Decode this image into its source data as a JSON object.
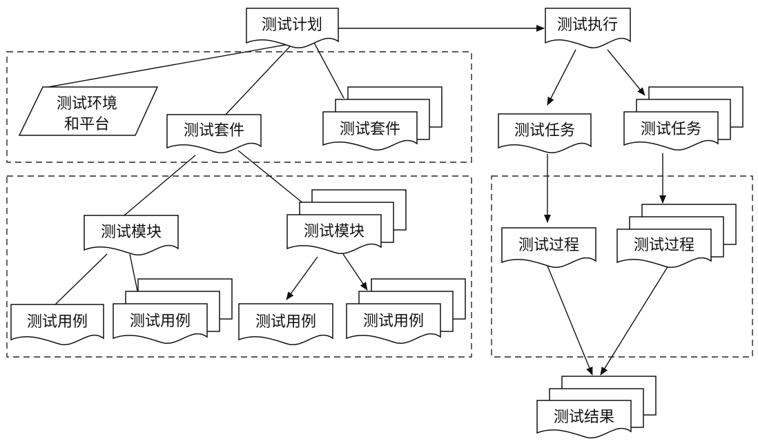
{
  "diagram": {
    "nodes": [
      {
        "id": "plan",
        "label": "测试计划",
        "shape": "document",
        "stack": 1
      },
      {
        "id": "exec",
        "label": "测试执行",
        "shape": "document",
        "stack": 1
      },
      {
        "id": "env",
        "label_lines": [
          "测试环境",
          "和平台"
        ],
        "shape": "parallelogram",
        "stack": 1
      },
      {
        "id": "suite_a",
        "label": "测试套件",
        "shape": "document",
        "stack": 1
      },
      {
        "id": "suite_b",
        "label": "测试套件",
        "shape": "document",
        "stack": 3
      },
      {
        "id": "task_a",
        "label": "测试任务",
        "shape": "document",
        "stack": 1
      },
      {
        "id": "task_b",
        "label": "测试任务",
        "shape": "document",
        "stack": 3
      },
      {
        "id": "module_a",
        "label": "测试模块",
        "shape": "document",
        "stack": 1
      },
      {
        "id": "module_b",
        "label": "测试模块",
        "shape": "document",
        "stack": 3
      },
      {
        "id": "proc_a",
        "label": "测试过程",
        "shape": "document",
        "stack": 1
      },
      {
        "id": "proc_b",
        "label": "测试过程",
        "shape": "document",
        "stack": 3
      },
      {
        "id": "case_a",
        "label": "测试用例",
        "shape": "document",
        "stack": 1
      },
      {
        "id": "case_b",
        "label": "测试用例",
        "shape": "document",
        "stack": 3
      },
      {
        "id": "case_c",
        "label": "测试用例",
        "shape": "document",
        "stack": 1
      },
      {
        "id": "case_d",
        "label": "测试用例",
        "shape": "document",
        "stack": 3
      },
      {
        "id": "result",
        "label": "测试结果",
        "shape": "document",
        "stack": 3
      }
    ],
    "edges": [
      {
        "from": "plan",
        "to": "exec",
        "arrow": true
      },
      {
        "from": "plan",
        "to": "env",
        "arrow": false
      },
      {
        "from": "plan",
        "to": "suite_a",
        "arrow": false
      },
      {
        "from": "plan",
        "to": "suite_b",
        "arrow": false
      },
      {
        "from": "suite_a",
        "to": "module_a",
        "arrow": false
      },
      {
        "from": "suite_a",
        "to": "module_b",
        "arrow": false
      },
      {
        "from": "module_a",
        "to": "case_a",
        "arrow": false
      },
      {
        "from": "module_a",
        "to": "case_b",
        "arrow": false
      },
      {
        "from": "module_b",
        "to": "case_c",
        "arrow": true
      },
      {
        "from": "module_b",
        "to": "case_d",
        "arrow": true
      },
      {
        "from": "exec",
        "to": "task_a",
        "arrow": true
      },
      {
        "from": "exec",
        "to": "task_b",
        "arrow": true
      },
      {
        "from": "task_a",
        "to": "proc_a",
        "arrow": true
      },
      {
        "from": "task_b",
        "to": "proc_b",
        "arrow": true
      },
      {
        "from": "proc_a",
        "to": "result",
        "arrow": true
      },
      {
        "from": "proc_b",
        "to": "result",
        "arrow": true
      }
    ],
    "groups": [
      {
        "id": "group-suites",
        "contains": [
          "env",
          "suite_a",
          "suite_b"
        ]
      },
      {
        "id": "group-modules",
        "contains": [
          "module_a",
          "module_b",
          "case_a",
          "case_b",
          "case_c",
          "case_d"
        ]
      },
      {
        "id": "group-procedures",
        "contains": [
          "proc_a",
          "proc_b"
        ]
      }
    ]
  }
}
